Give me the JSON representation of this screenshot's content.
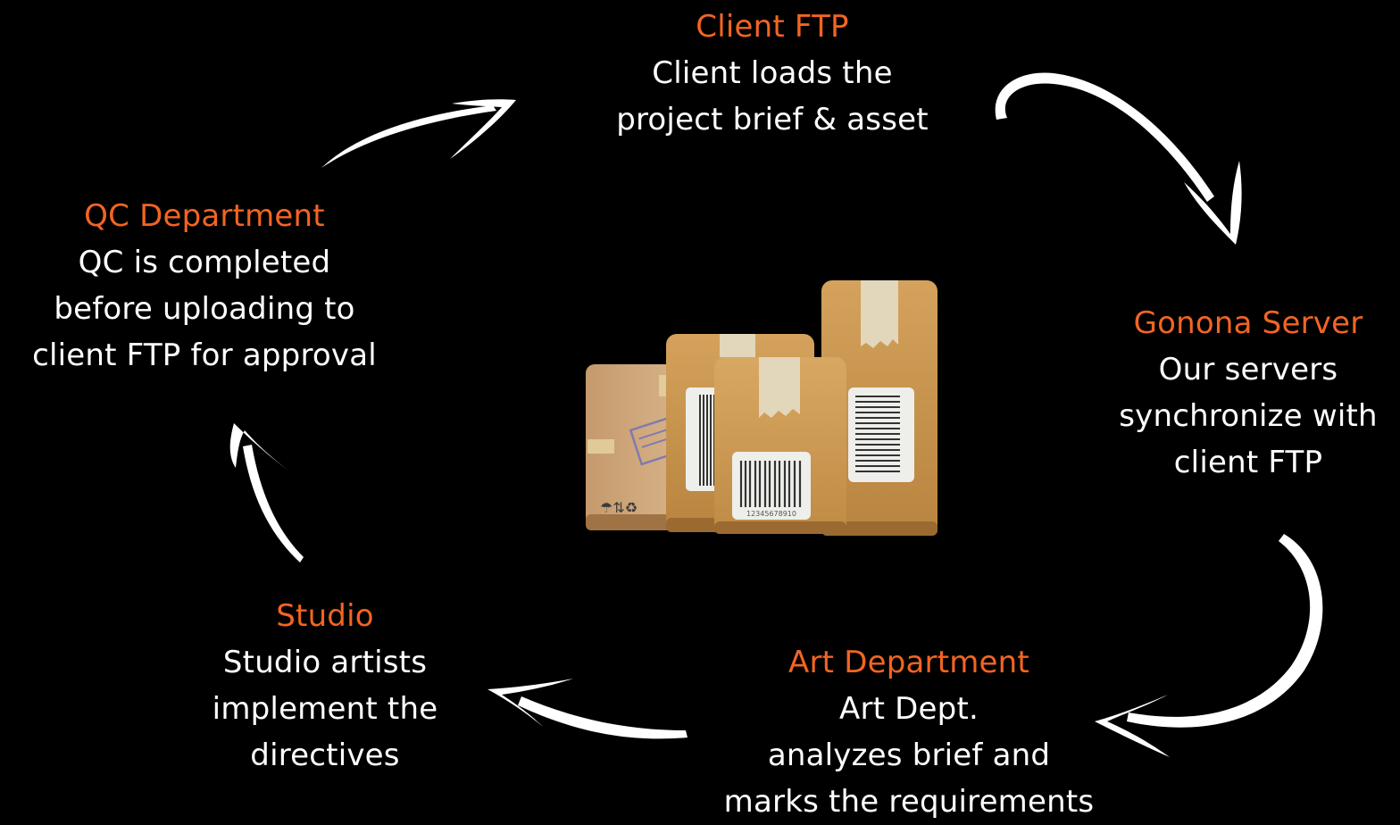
{
  "colors": {
    "background": "#000000",
    "title": "#f26522",
    "text": "#ffffff",
    "arrow": "#ffffff",
    "box_main": "#c8964f",
    "box_light": "#d9aa63",
    "box_dark": "#9a6a31",
    "tape": "#e2d6bb",
    "label": "#eeeeea"
  },
  "nodes": {
    "client_ftp": {
      "title": "Client FTP",
      "desc_lines": [
        "Client loads the",
        "project brief & asset"
      ]
    },
    "gonona_server": {
      "title": "Gonona Server",
      "desc_lines": [
        "Our servers",
        "synchronize with",
        "client FTP"
      ]
    },
    "art_department": {
      "title": "Art Department",
      "desc_lines": [
        "Art Dept.",
        "analyzes brief and",
        "marks the requirements"
      ]
    },
    "studio": {
      "title": "Studio",
      "desc_lines": [
        "Studio artists",
        "implement the",
        "directives"
      ]
    },
    "qc_department": {
      "title": "QC Department",
      "desc_lines": [
        "QC is completed",
        "before uploading to",
        "client FTP for approval"
      ]
    }
  },
  "center_image": {
    "icon": "cardboard-boxes-icon",
    "barcode_number": "12345678910"
  },
  "arrows": [
    {
      "from": "qc_department",
      "to": "client_ftp",
      "icon": "curved-arrow-icon"
    },
    {
      "from": "client_ftp",
      "to": "gonona_server",
      "icon": "curved-arrow-icon"
    },
    {
      "from": "gonona_server",
      "to": "art_department",
      "icon": "curved-arrow-icon"
    },
    {
      "from": "art_department",
      "to": "studio",
      "icon": "curved-arrow-icon"
    },
    {
      "from": "studio",
      "to": "qc_department",
      "icon": "curved-arrow-icon"
    }
  ]
}
